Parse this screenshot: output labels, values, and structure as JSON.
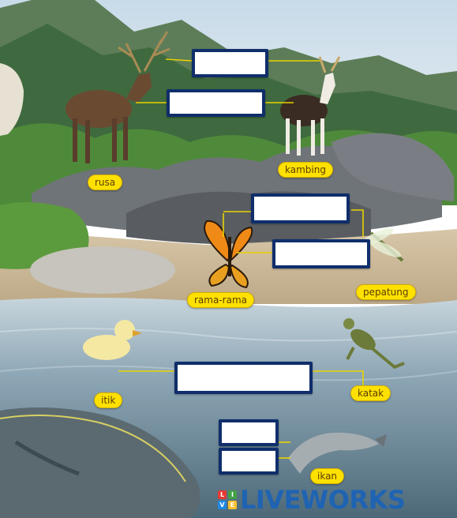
{
  "worksheet": {
    "answer_boxes": [
      {
        "id": "box-1",
        "value": ""
      },
      {
        "id": "box-2",
        "value": ""
      },
      {
        "id": "box-3",
        "value": ""
      },
      {
        "id": "box-4",
        "value": ""
      },
      {
        "id": "box-5",
        "value": ""
      },
      {
        "id": "box-6",
        "value": ""
      },
      {
        "id": "box-7",
        "value": ""
      }
    ],
    "labels": {
      "rusa": "rusa",
      "kambing": "kambing",
      "rama_rama": "rama-rama",
      "pepatung": "pepatung",
      "itik": "itik",
      "katak": "katak",
      "ikan": "ikan"
    }
  },
  "brand": {
    "text": "LIVEWORKS",
    "tiles": [
      "L",
      "I",
      "V",
      "E"
    ],
    "tile_colors": [
      "#e53935",
      "#43a047",
      "#1e88e5",
      "#fbc02d"
    ],
    "text_color": "#1f63b3"
  },
  "colors": {
    "box_border": "#0f2e6b",
    "label_fill": "#ffe100",
    "pointer_line": "#e8d200"
  }
}
